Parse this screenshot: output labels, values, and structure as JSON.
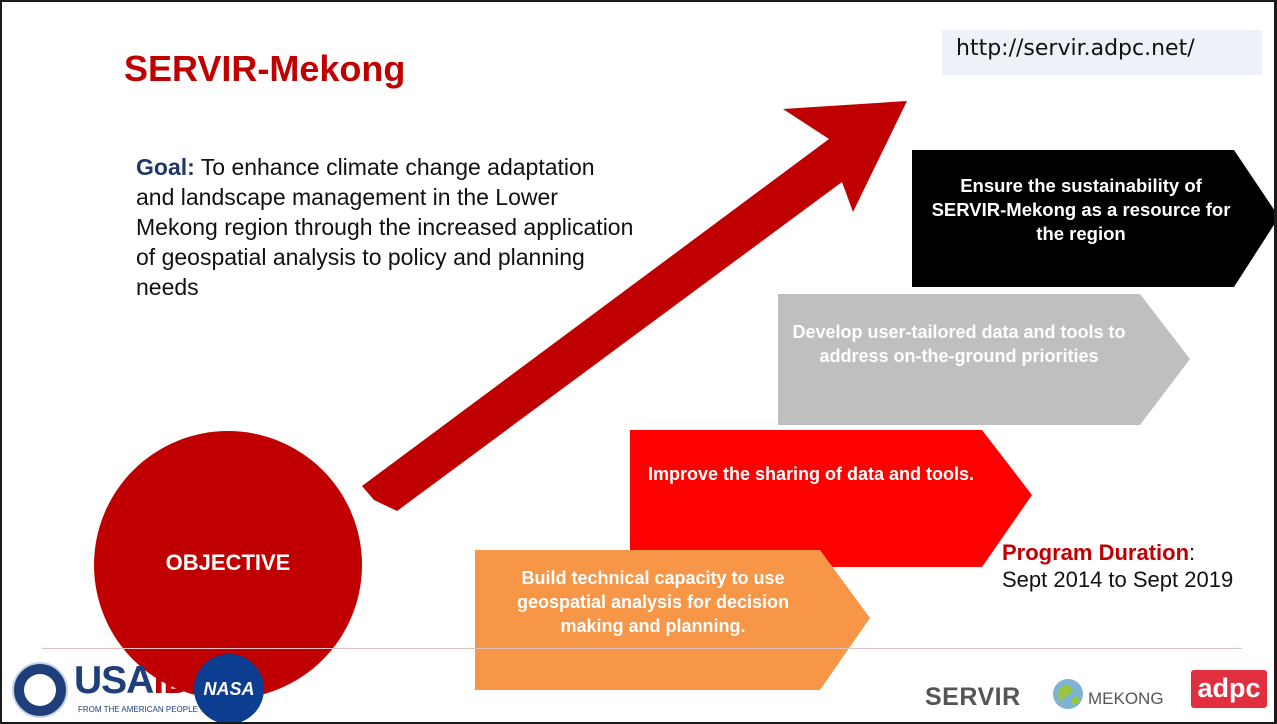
{
  "slide": {
    "title": "SERVIR-Mekong",
    "url": "http://servir.adpc.net/",
    "goal_label": "Goal:",
    "goal_text": " To enhance climate change adaptation and landscape management in the Lower Mekong region through the increased application of geospatial analysis to policy and planning needs",
    "objective": "OBJECTIVE",
    "steps": [
      {
        "text": "Ensure the sustainability of SERVIR-Mekong as a resource for the region",
        "color": "#000000"
      },
      {
        "text": "Develop user-tailored data and tools to address on-the-ground priorities",
        "color": "#bfbfbf"
      },
      {
        "text": "Improve the sharing of data and tools.",
        "color": "#ff0000"
      },
      {
        "text": "Build technical capacity to use geospatial analysis for decision making and planning.",
        "color": "#f79646"
      }
    ],
    "duration_label": "Program Duration",
    "duration_colon": ":",
    "duration_text": "Sept 2014 to Sept 2019"
  },
  "logos": {
    "usaid_usa": "USA",
    "usaid_id": "ID",
    "usaid_tagline": "FROM THE AMERICAN PEOPLE",
    "nasa": "NASA",
    "servir": "SERVIR",
    "mekong": "MEKONG",
    "adpc": "adpc"
  },
  "colors": {
    "title_red": "#c00000",
    "goal_blue": "#1f3864",
    "arrow_red": "#c00000"
  }
}
